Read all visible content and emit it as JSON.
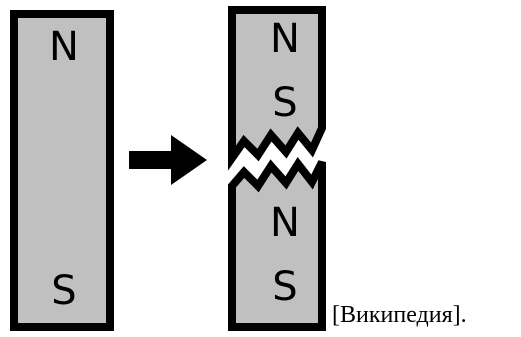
{
  "diagram": {
    "left_magnet": {
      "north": "N",
      "south": "S"
    },
    "right_magnet_top": {
      "north": "N",
      "south": "S"
    },
    "right_magnet_bottom": {
      "north": "N",
      "south": "S"
    }
  },
  "caption": "[Википедия].",
  "colors": {
    "magnet_fill": "#c0c0c0",
    "outline": "#000000",
    "background": "#ffffff"
  }
}
